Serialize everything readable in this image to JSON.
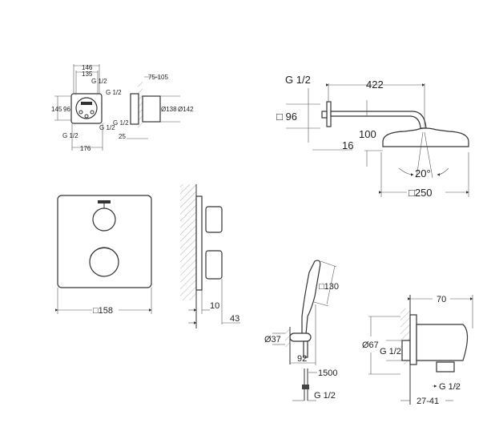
{
  "rough_in_box": {
    "dim_width_outer": "146",
    "dim_width_inner": "135",
    "dim_height_outer": "145",
    "dim_height_inner": "96",
    "dim_bottom": "176",
    "dim_depth_range": "75-105",
    "dim_dia_inner": "Ø138",
    "dim_dia_outer": "Ø142",
    "dim_offset": "25",
    "thread_top": "G 1/2",
    "thread_right": "G 1/2",
    "thread_bottom_left": "G 1/2",
    "thread_bottom_right": "G 1/2",
    "thread_side": "G 1/2"
  },
  "head_shower": {
    "thread": "G 1/2",
    "dim_arm_length": "422",
    "dim_flange": "□ 96",
    "dim_drop": "100",
    "dim_flange_depth": "16",
    "dim_tilt": "20°",
    "dim_head_size": "□250"
  },
  "thermostat_trim": {
    "dim_plate": "□158",
    "dim_plate_depth": "10",
    "dim_projection": "43"
  },
  "hand_shower": {
    "dim_head": "□130",
    "dim_holder_dia": "Ø37",
    "dim_holder_projection": "92",
    "dim_hose_length": "1500",
    "thread": "G 1/2"
  },
  "wall_outlet_elbow": {
    "dim_length": "70",
    "dim_dia": "Ø67",
    "thread_inlet": "G 1/2",
    "thread_outlet": "G 1/2",
    "dim_range": "27-41"
  }
}
